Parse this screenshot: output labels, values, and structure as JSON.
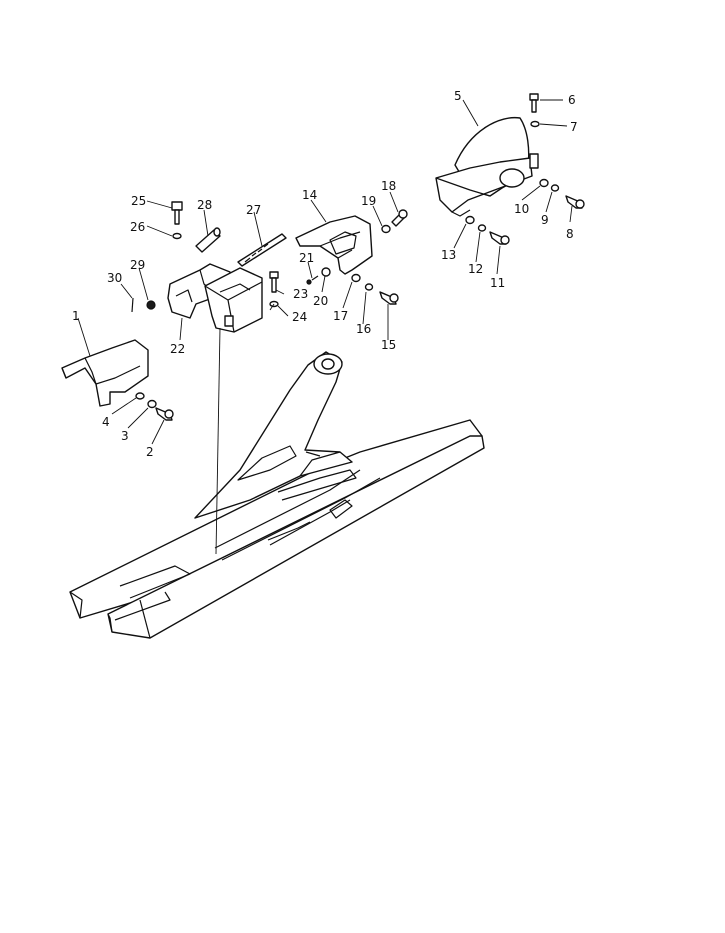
{
  "diagram": {
    "callouts": [
      {
        "id": "1",
        "label": "1"
      },
      {
        "id": "2",
        "label": "2"
      },
      {
        "id": "3",
        "label": "3"
      },
      {
        "id": "4",
        "label": "4"
      },
      {
        "id": "5",
        "label": "5"
      },
      {
        "id": "6",
        "label": "6"
      },
      {
        "id": "7",
        "label": "7"
      },
      {
        "id": "8",
        "label": "8"
      },
      {
        "id": "9",
        "label": "9"
      },
      {
        "id": "10",
        "label": "10"
      },
      {
        "id": "11",
        "label": "11"
      },
      {
        "id": "12",
        "label": "12"
      },
      {
        "id": "13",
        "label": "13"
      },
      {
        "id": "14",
        "label": "14"
      },
      {
        "id": "15",
        "label": "15"
      },
      {
        "id": "16",
        "label": "16"
      },
      {
        "id": "17",
        "label": "17"
      },
      {
        "id": "18",
        "label": "18"
      },
      {
        "id": "19",
        "label": "19"
      },
      {
        "id": "20",
        "label": "20"
      },
      {
        "id": "21",
        "label": "21"
      },
      {
        "id": "22",
        "label": "22"
      },
      {
        "id": "23",
        "label": "23"
      },
      {
        "id": "24",
        "label": "24"
      },
      {
        "id": "25",
        "label": "25"
      },
      {
        "id": "26",
        "label": "26"
      },
      {
        "id": "27",
        "label": "27"
      },
      {
        "id": "28",
        "label": "28"
      },
      {
        "id": "29",
        "label": "29"
      },
      {
        "id": "30",
        "label": "30"
      }
    ]
  }
}
